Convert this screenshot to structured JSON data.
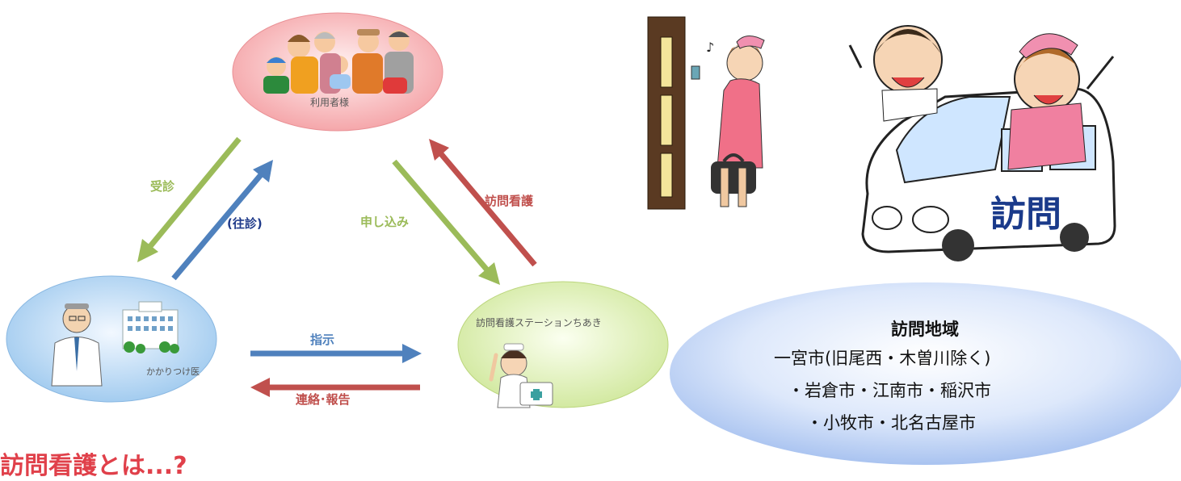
{
  "nodes": {
    "user": {
      "label": "利用者様"
    },
    "doctor": {
      "label": "かかりつけ医"
    },
    "station": {
      "label": "訪問看護ステーションちあき"
    }
  },
  "arrows": {
    "consult": "受診",
    "house_call": "(往診)",
    "application": "申し込み",
    "visit_nursing": "訪問看護",
    "instruction": "指示",
    "contact_report": "連絡･報告"
  },
  "van_sign": "訪問",
  "area": {
    "title": "訪問地域",
    "lines": [
      "一宮市(旧尾西・木曽川除く)",
      "・岩倉市・江南市・稲沢市",
      "・小牧市・北名古屋市"
    ]
  },
  "heading": "訪問看護とは...?",
  "colors": {
    "green_arrow": "#9bbb59",
    "blue_arrow": "#4f81bd",
    "red_arrow": "#c0504d",
    "heading": "#e0404a"
  }
}
